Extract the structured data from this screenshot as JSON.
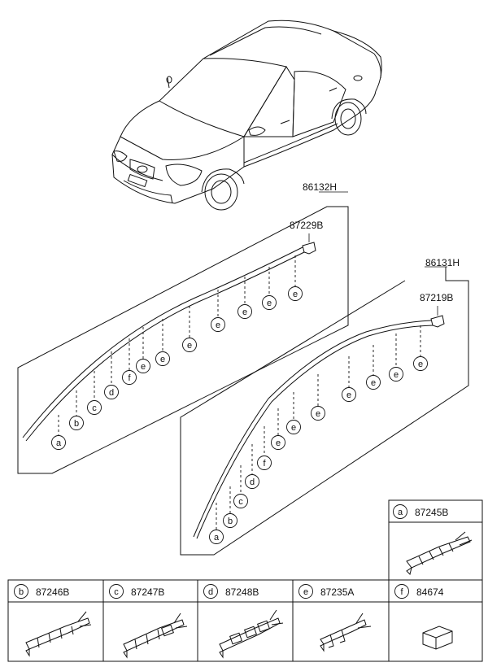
{
  "assemblies": [
    {
      "part_no": "86132H",
      "clip_part_no": "87229B"
    },
    {
      "part_no": "86131H",
      "clip_part_no": "87219B"
    }
  ],
  "clips": [
    {
      "letter": "a",
      "part_no": "87245B"
    },
    {
      "letter": "b",
      "part_no": "87246B"
    },
    {
      "letter": "c",
      "part_no": "87247B"
    },
    {
      "letter": "d",
      "part_no": "87248B"
    },
    {
      "letter": "e",
      "part_no": "87235A"
    },
    {
      "letter": "f",
      "part_no": "84674"
    }
  ],
  "upper_molding_callouts": [
    "a",
    "b",
    "c",
    "d",
    "f",
    "e",
    "e",
    "e",
    "e",
    "e",
    "e",
    "e"
  ],
  "lower_molding_callouts": [
    "a",
    "b",
    "c",
    "d",
    "f",
    "e",
    "e",
    "e",
    "e",
    "e",
    "e",
    "e"
  ]
}
